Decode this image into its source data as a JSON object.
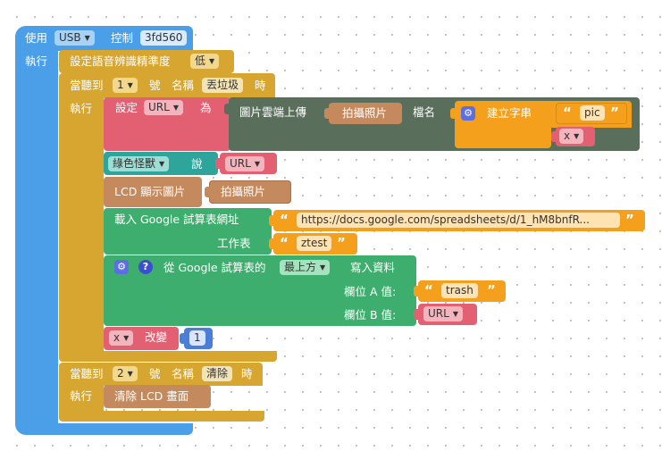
{
  "workspace": {
    "use": {
      "label": "使用",
      "board": "USB",
      "ctrl_label": "控制",
      "id": "3fd560",
      "exec_label": "執行"
    },
    "speech": {
      "label": "設定語音辨識精準度",
      "level": "低"
    },
    "hear1": {
      "when": "當聽到",
      "num": "1",
      "num_label": "號",
      "name_label": "名稱",
      "name": "丟垃圾",
      "time": "時",
      "exec_label": "執行"
    },
    "set_url": {
      "label": "設定",
      "var": "URL",
      "as": "為",
      "upload_label": "圖片雲端上傳",
      "photo": "拍攝照片",
      "fname_label": "檔名",
      "create_text": "建立字串",
      "text_pic": "pic",
      "var_x": "x"
    },
    "say": {
      "char": "綠色怪獸",
      "say_label": "說",
      "var": "URL"
    },
    "lcd": {
      "label": "LCD 顯示圖片",
      "photo": "拍攝照片"
    },
    "sheet": {
      "load_label": "載入 Google 試算表網址",
      "url": "https://docs.google.com/spreadsheets/d/1_hM8bnfR...",
      "ws_label": "工作表",
      "ws": "ztest"
    },
    "write": {
      "from_label": "從 Google 試算表的",
      "pos": "最上方",
      "write_label": "寫入資料",
      "colA_label": "欄位 A 值:",
      "colA": "trash",
      "colB_label": "欄位 B 值:",
      "colB": "URL"
    },
    "change": {
      "var": "x",
      "label": "改變",
      "value": "1"
    },
    "hear2": {
      "when": "當聽到",
      "num": "2",
      "num_label": "號",
      "name_label": "名稱",
      "name": "清除",
      "time": "時",
      "exec_label": "執行"
    },
    "clear": {
      "label": "清除 LCD 畫面"
    }
  },
  "colors": {
    "board": "#4a9fe8",
    "voice": "#d6a631",
    "variable": "#e35f72",
    "cloud": "#5a6e5c",
    "text": "#f5a01d",
    "character": "#2ea59a",
    "lcd": "#c48a5e",
    "sheets": "#3dae6d"
  },
  "icons": {
    "gear": "gear-icon",
    "help": "help-icon",
    "dropdown": "chevron-down-icon"
  }
}
